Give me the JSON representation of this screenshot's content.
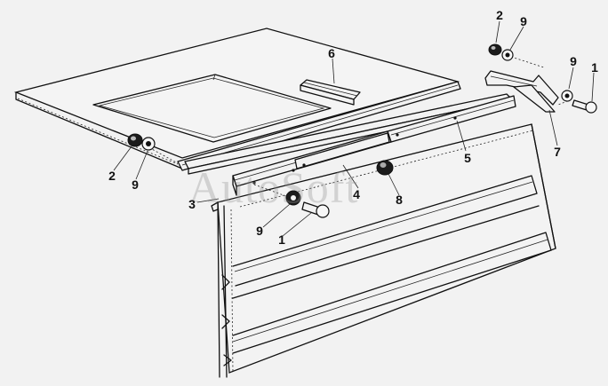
{
  "watermark": "AutoSoft",
  "callouts": [
    {
      "id": "c1",
      "text": "2"
    },
    {
      "id": "c2",
      "text": "9"
    },
    {
      "id": "c3",
      "text": "9"
    },
    {
      "id": "c4",
      "text": "1"
    },
    {
      "id": "c5",
      "text": "6"
    },
    {
      "id": "c6",
      "text": "7"
    },
    {
      "id": "c7",
      "text": "5"
    },
    {
      "id": "c8",
      "text": "2"
    },
    {
      "id": "c9",
      "text": "9"
    },
    {
      "id": "c10",
      "text": "3"
    },
    {
      "id": "c11",
      "text": "4"
    },
    {
      "id": "c12",
      "text": "8"
    },
    {
      "id": "c13",
      "text": "9"
    },
    {
      "id": "c14",
      "text": "1"
    }
  ]
}
